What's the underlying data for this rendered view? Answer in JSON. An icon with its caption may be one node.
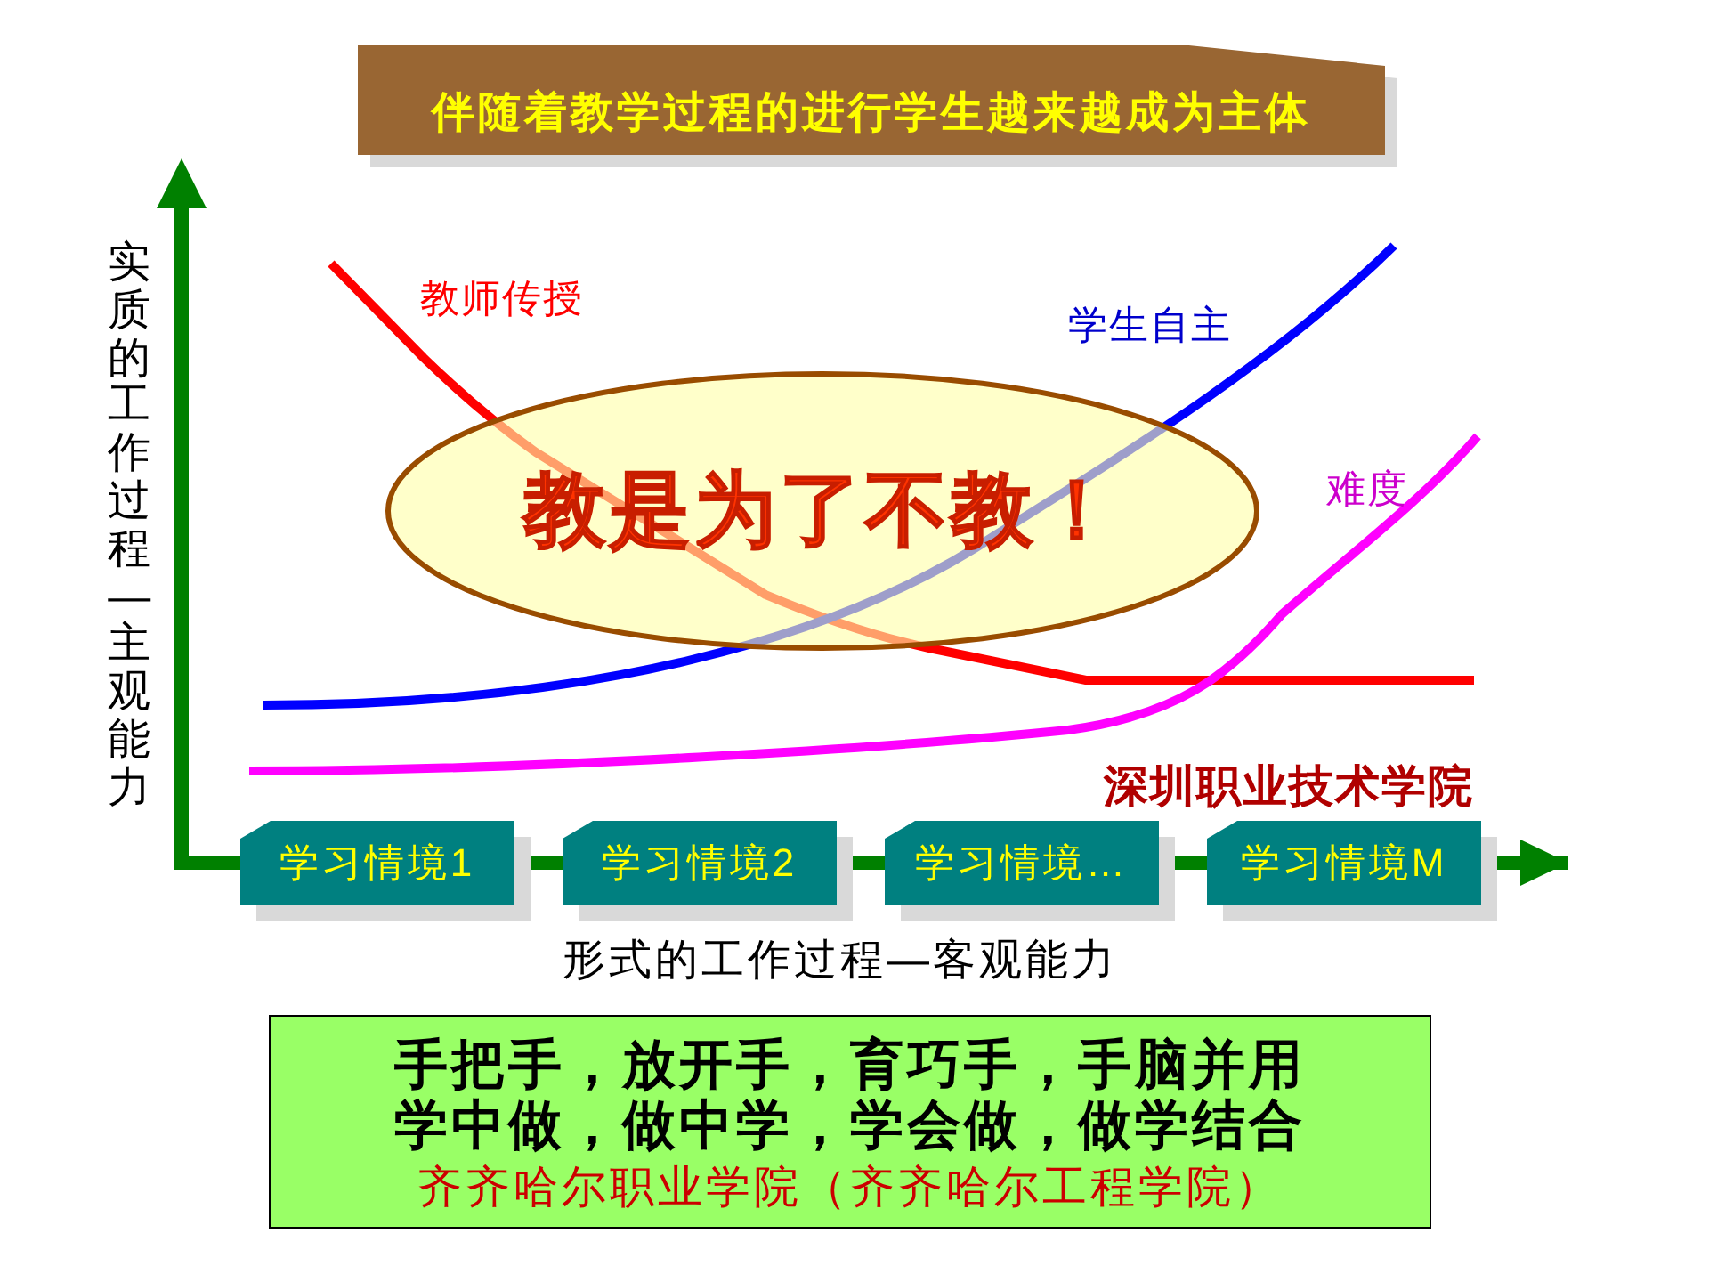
{
  "diagram": {
    "title": "伴随着教学过程的进行学生越来越成为主体",
    "nodes": [
      {
        "text": [
          "教是为了不教！"
        ]
      },
      {
        "text": [
          "学习情境1"
        ]
      },
      {
        "text": [
          "学习情境2"
        ]
      },
      {
        "text": [
          "学习情境…"
        ]
      },
      {
        "text": [
          "学习情境M"
        ]
      },
      {
        "text": [
          "手把手，放开手，育巧手，手脑并用",
          "学中做，做中学，学会做，做学结合",
          "齐齐哈尔职业学院（齐齐哈尔工程学院）"
        ]
      }
    ],
    "edges": [
      {
        "from": 1,
        "to": 2,
        "arrow": "none"
      },
      {
        "from": 2,
        "to": 3,
        "arrow": "none"
      },
      {
        "from": 3,
        "to": 4,
        "arrow": "none"
      },
      {
        "from": 4,
        "to": null,
        "arrow": "to"
      }
    ],
    "labels": [
      "实质的工作过程—主观能力",
      "教师传授",
      "学生自主",
      "难度",
      "深圳职业技术学院",
      "形式的工作过程—客观能力"
    ]
  }
}
